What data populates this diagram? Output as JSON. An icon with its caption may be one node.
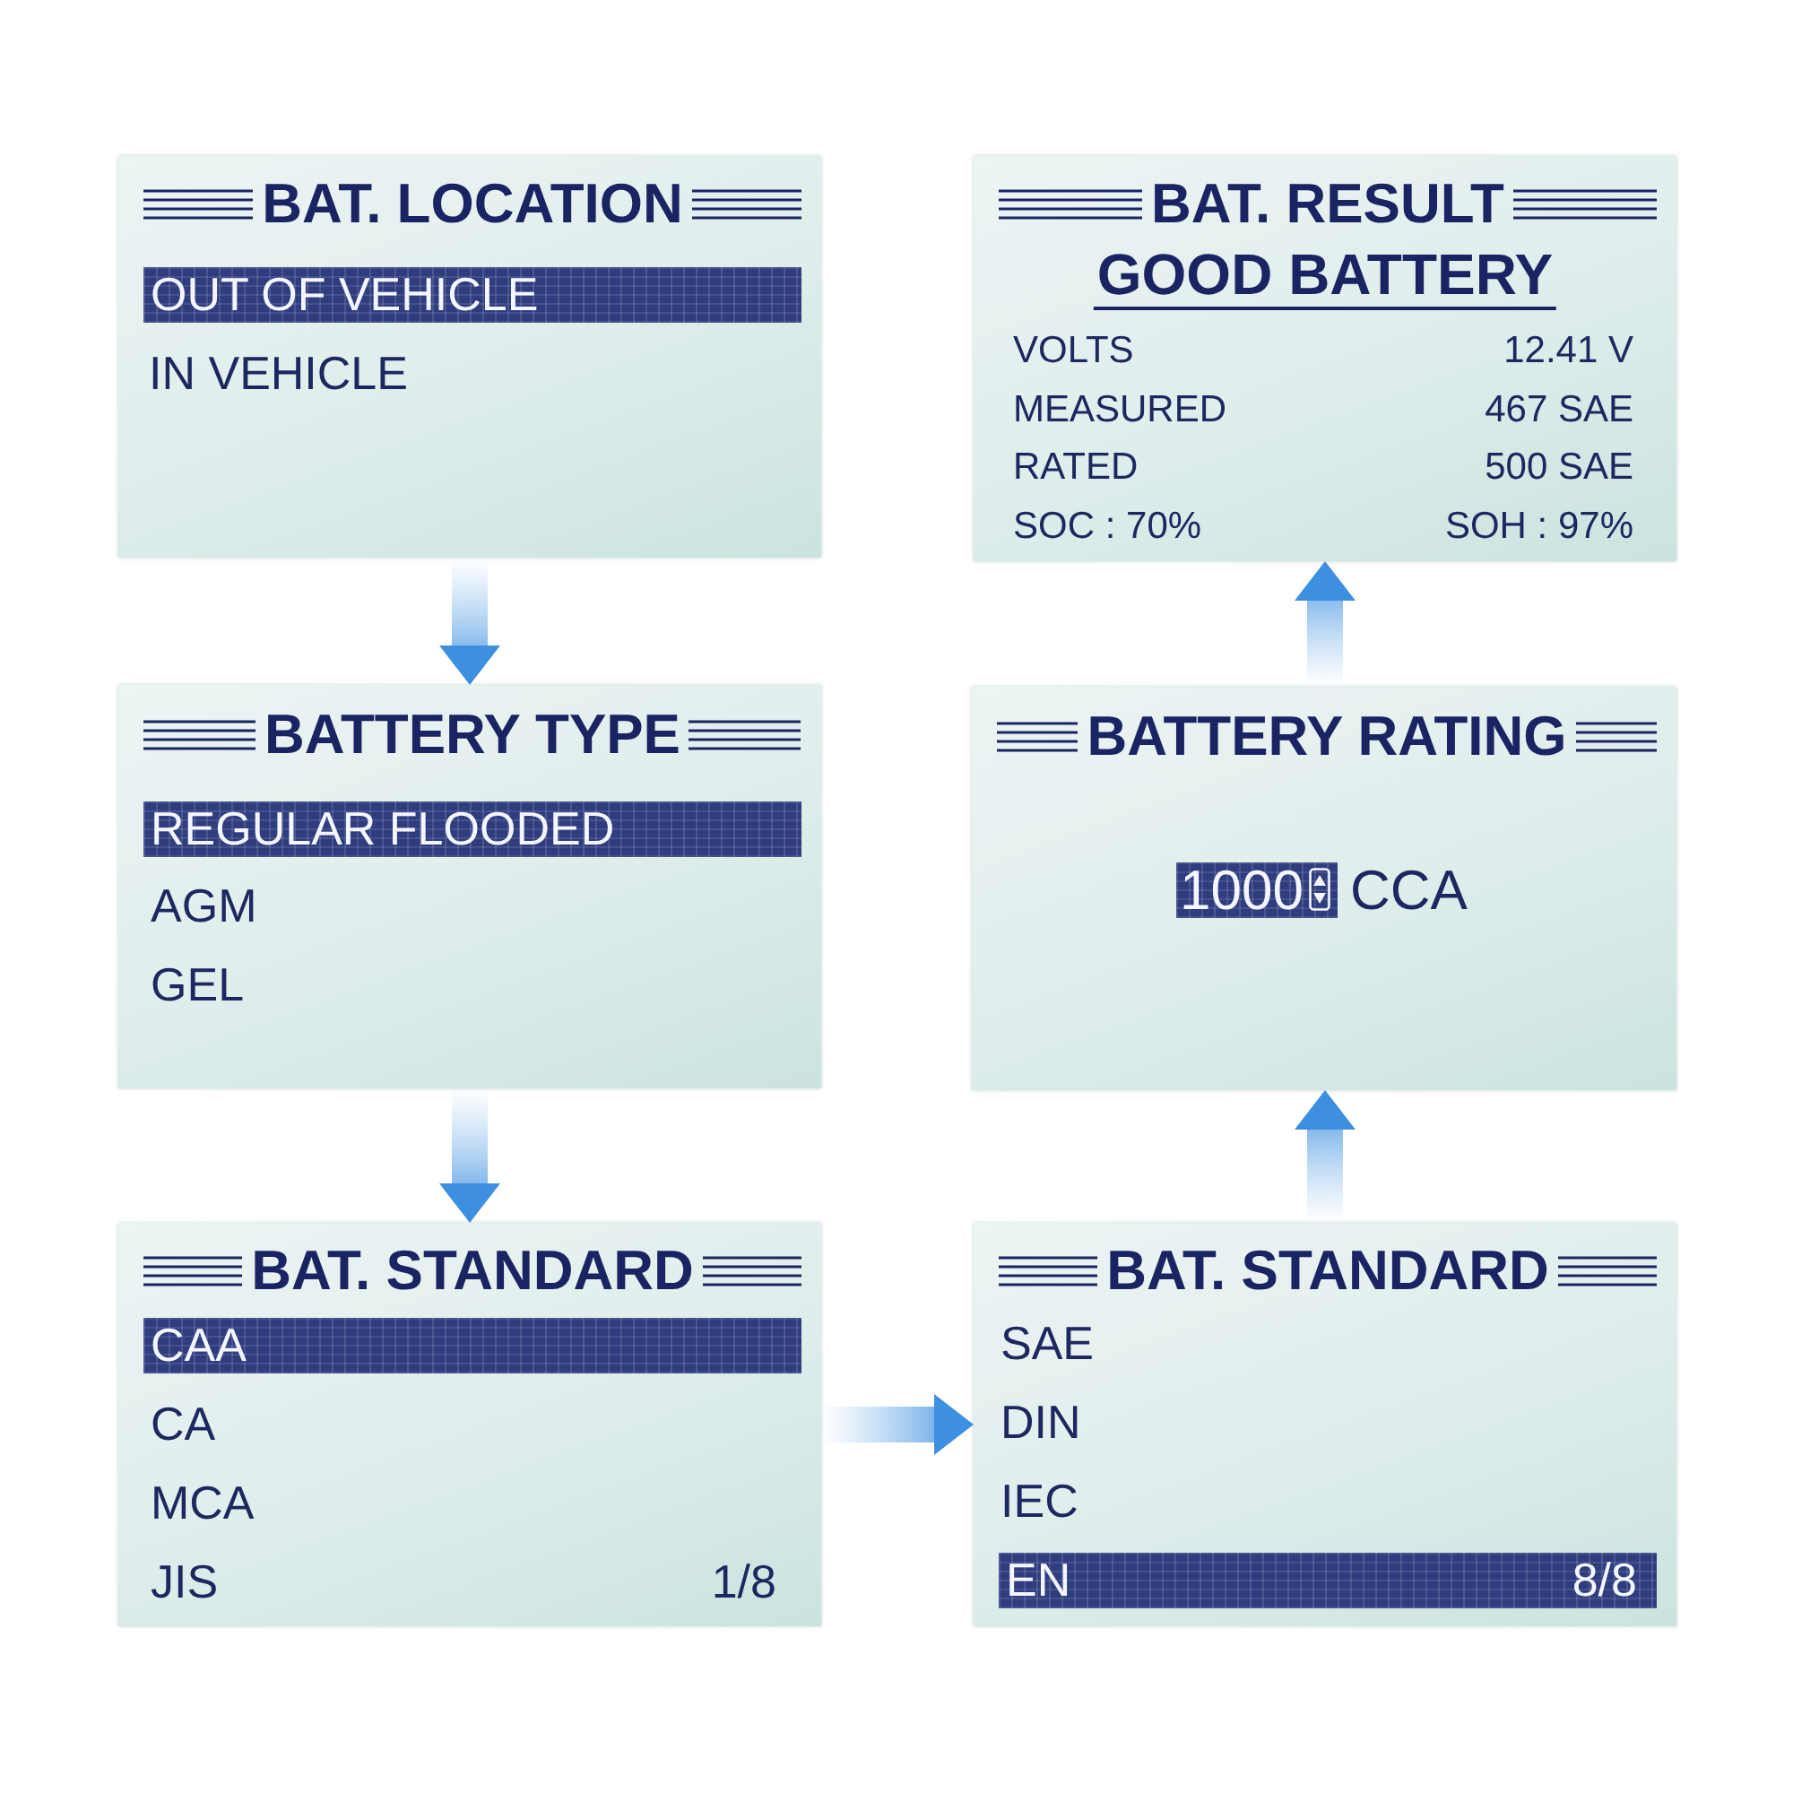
{
  "diagram": {
    "nodes": [
      {
        "text": [
          "BAT. LOCATION",
          "IN VEHICLE"
        ]
      },
      {
        "text": [
          "OUT OF VEHICLE"
        ],
        "in": 0
      },
      {
        "text": [
          "BAT. RESULT",
          "GOOD BATTERY",
          "VOLTS",
          "12.41 V",
          "MEASURED",
          "467 SAE",
          "RATED",
          "500 SAE",
          "SOC : 70%",
          "SOH : 97%"
        ]
      },
      {
        "text": [
          "BATTERY TYPE",
          "AGM",
          "GEL"
        ]
      },
      {
        "text": [
          "REGULAR FLOODED"
        ],
        "in": 3
      },
      {
        "text": [
          "BATTERY RATING",
          "CCA"
        ]
      },
      {
        "text": [
          "1000"
        ],
        "in": 5
      },
      {
        "text": [
          "BAT. STANDARD",
          "CA",
          "MCA",
          "JIS",
          "1/8"
        ]
      },
      {
        "text": [
          "CAA"
        ],
        "in": 7
      },
      {
        "text": [
          "BAT. STANDARD",
          "SAE",
          "DIN",
          "IEC"
        ]
      },
      {
        "text": [
          "EN",
          "8/8"
        ],
        "in": 9
      }
    ],
    "edges": [
      {
        "from": 0,
        "to": 3,
        "arrow": "to"
      },
      {
        "from": 3,
        "to": 7,
        "arrow": "to"
      },
      {
        "from": 7,
        "to": 9,
        "arrow": "to"
      },
      {
        "from": 9,
        "to": 5,
        "arrow": "to"
      },
      {
        "from": 5,
        "to": 2,
        "arrow": "to"
      }
    ]
  }
}
